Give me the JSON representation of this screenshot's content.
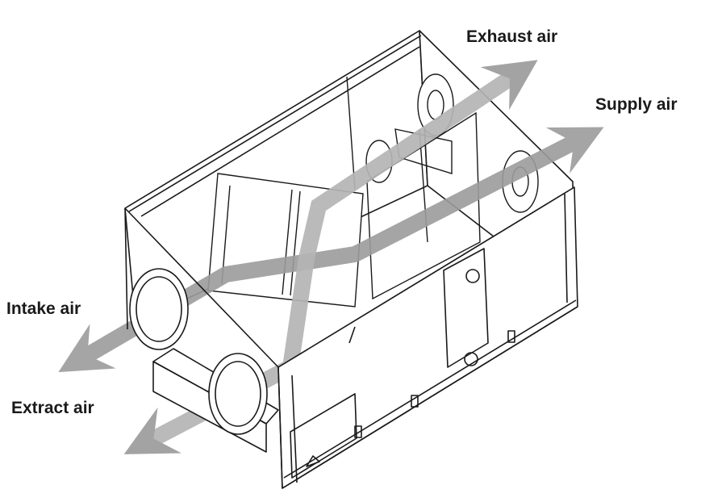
{
  "labels": {
    "exhaust": "Exhaust air",
    "supply": "Supply air",
    "intake": "Intake air",
    "extract": "Extract air"
  },
  "colors": {
    "line": "#1a1a1a",
    "airflow": "#9c9c9c",
    "airflow_light": "#b5b5b5",
    "background": "#ffffff"
  },
  "parts": {
    "fans": 2,
    "duct_collars": 2,
    "heat_exchanger": 1,
    "electrical_box": 1,
    "access_panel": 1
  }
}
